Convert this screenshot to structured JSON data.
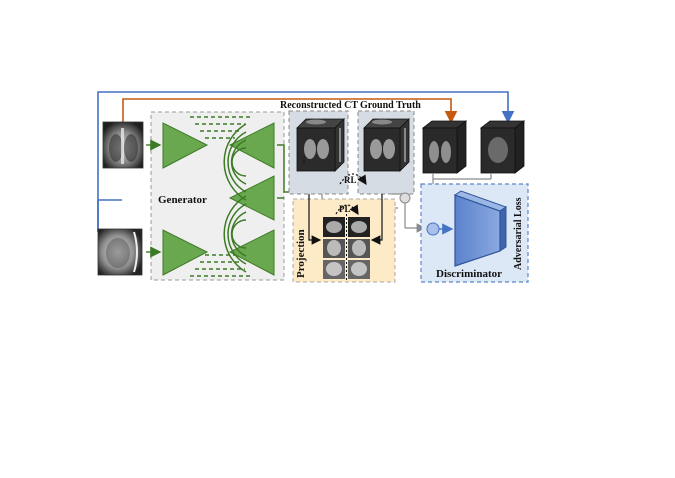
{
  "labels": {
    "generator": "Generator",
    "reconstructed_ct": "Reconstructed CT",
    "ground_truth": "Ground Truth",
    "rl": "RL",
    "pl": "PL",
    "projection": "Projection",
    "adversarial_loss": "Adversarial Loss",
    "discriminator": "Discriminator"
  },
  "colors": {
    "generator_bg": "#efefef",
    "green": "#6aa84f",
    "green_dark": "#3d7a25",
    "ct_panel_bg": "#d6dce4",
    "projection_bg": "#fdebc8",
    "discriminator_bg": "#dce8f6",
    "blue_line": "#4472c4",
    "orange_line": "#c55a11",
    "disc_body": "#6e93d6"
  },
  "icons": [
    "xray-frontal-image",
    "xray-lateral-image",
    "ct-cube",
    "concat-circle",
    "discriminator-trapezoid"
  ]
}
